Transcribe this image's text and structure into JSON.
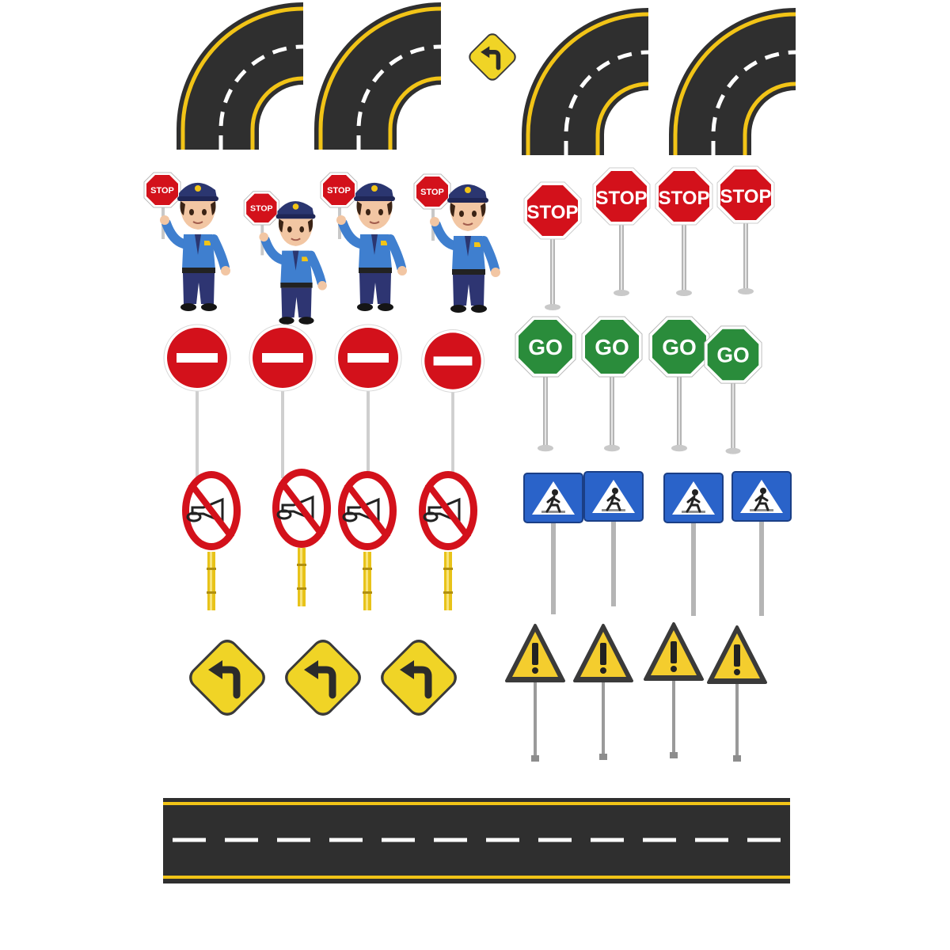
{
  "sheet": {
    "stop_text": "STOP",
    "go_text": "GO",
    "colors": {
      "asphalt": "#2f2f2f",
      "road_edge": "#f2c417",
      "road_dash": "#ffffff",
      "stop_red": "#d3111b",
      "go_green": "#2a8c3b",
      "crossing_blue": "#2a63c9",
      "warning_yellow": "#f4cd2e",
      "turn_yellow": "#f0d426",
      "pole_gray": "#b5b5b5",
      "uniform_blue": "#3f7fcf",
      "cap_navy": "#2b3670",
      "pants_navy": "#2e3572"
    },
    "rows": [
      {
        "name": "curved-road-pieces",
        "items": [
          "curved-road-piece",
          "curved-road-piece",
          "left-turn-sign",
          "curved-road-piece",
          "curved-road-piece"
        ]
      },
      {
        "name": "police-officers-and-stop-signs",
        "items": [
          "police-officer-with-stop-sign",
          "police-officer-with-stop-sign",
          "police-officer-with-stop-sign",
          "police-officer-with-stop-sign",
          "stop-sign",
          "stop-sign",
          "stop-sign",
          "stop-sign"
        ]
      },
      {
        "name": "no-entry-and-go-signs",
        "items": [
          "no-entry-sign",
          "no-entry-sign",
          "no-entry-sign",
          "no-entry-sign",
          "go-sign",
          "go-sign",
          "go-sign",
          "go-sign"
        ]
      },
      {
        "name": "no-horn-and-crossing-signs",
        "items": [
          "no-horn-sign",
          "no-horn-sign",
          "no-horn-sign",
          "no-horn-sign",
          "pedestrian-crossing-sign",
          "pedestrian-crossing-sign",
          "pedestrian-crossing-sign",
          "pedestrian-crossing-sign"
        ]
      },
      {
        "name": "turn-and-warning-signs",
        "items": [
          "left-turn-sign",
          "left-turn-sign",
          "left-turn-sign",
          "warning-sign",
          "warning-sign",
          "warning-sign",
          "warning-sign"
        ]
      },
      {
        "name": "straight-road",
        "items": [
          "straight-road-piece"
        ]
      }
    ]
  }
}
